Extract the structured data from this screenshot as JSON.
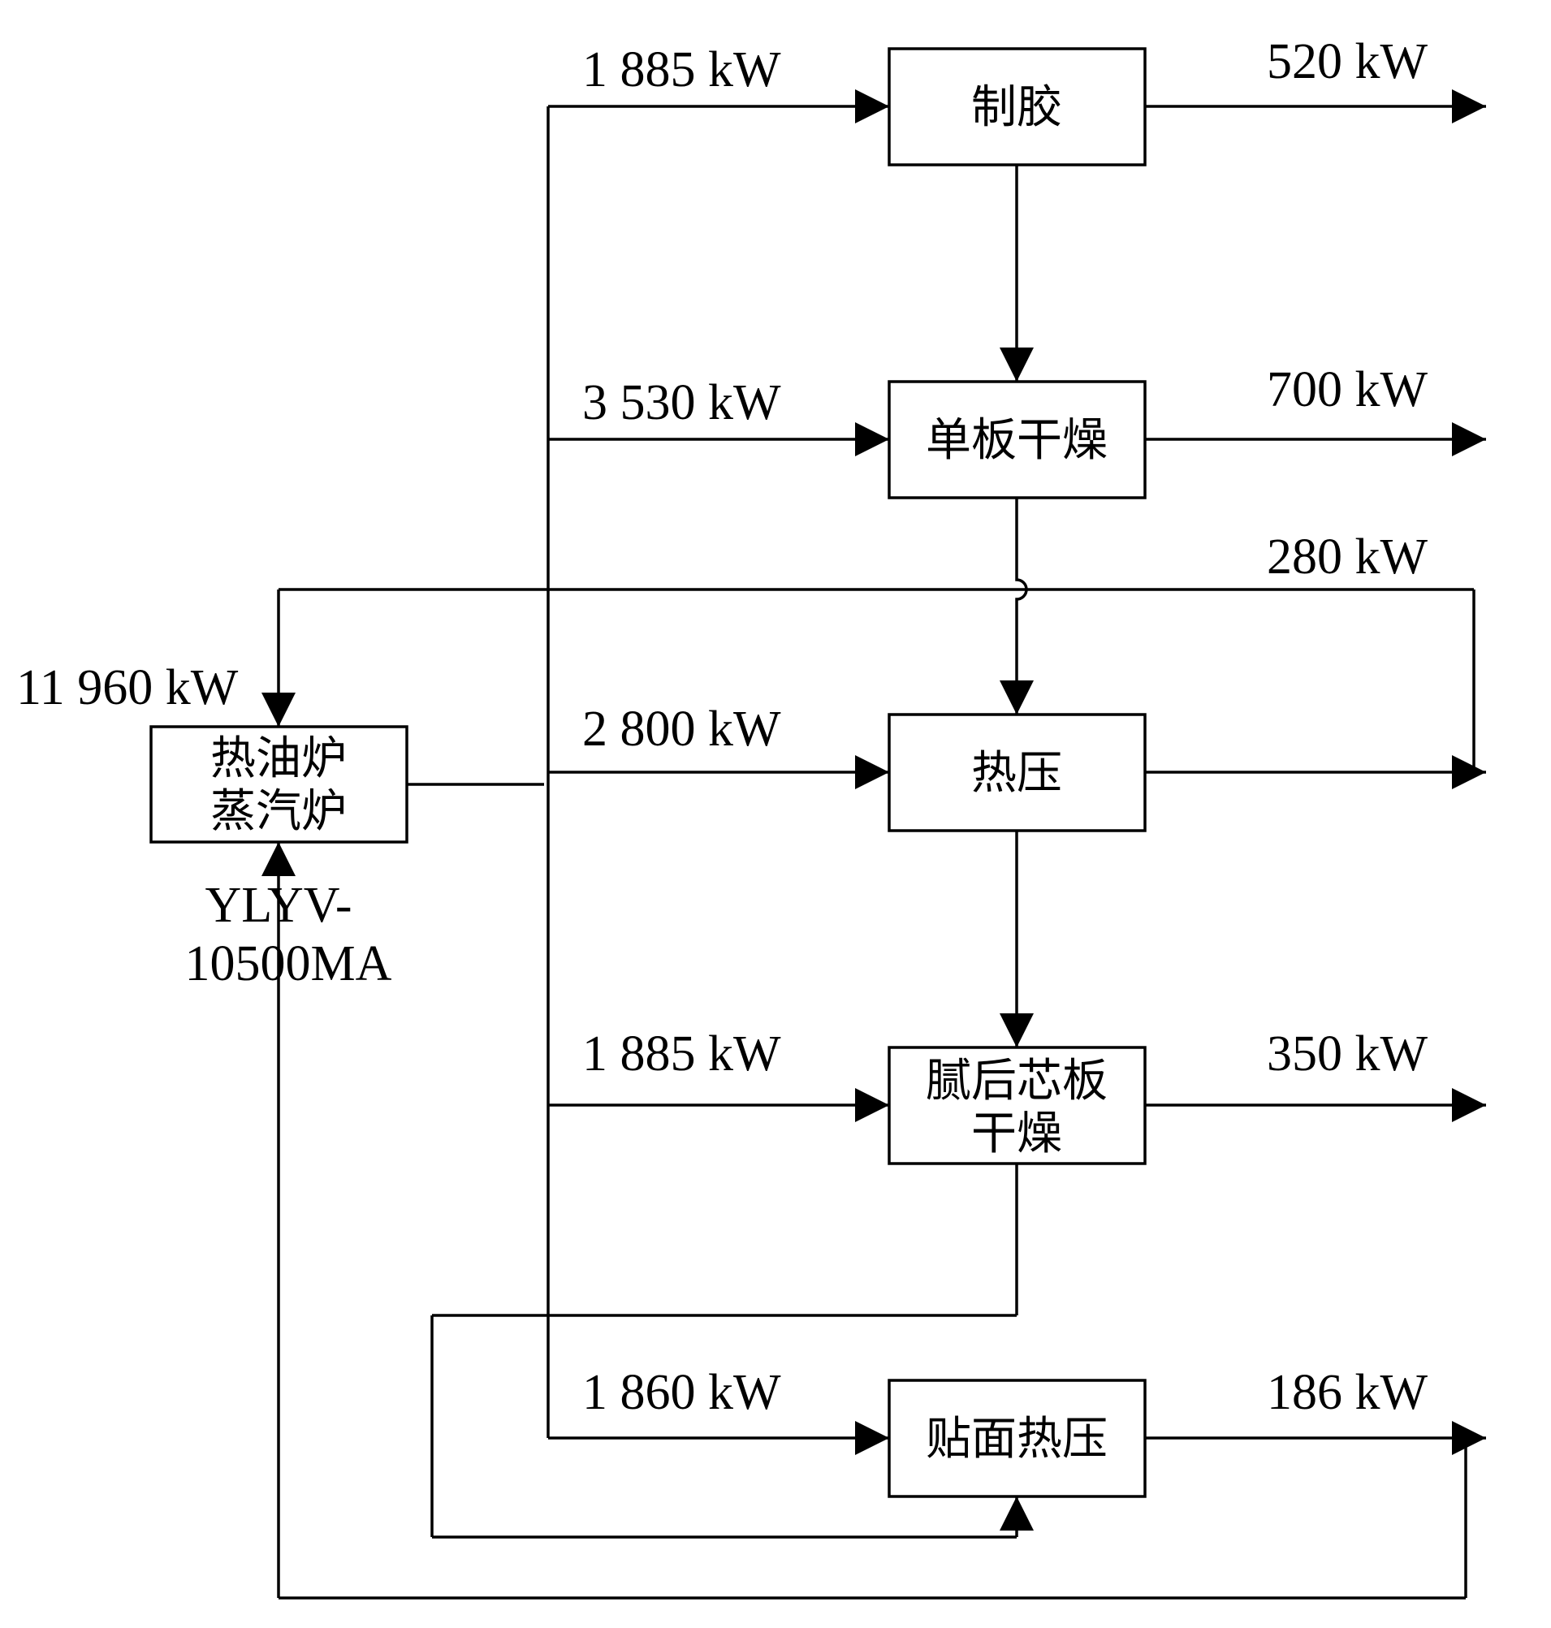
{
  "diagram": {
    "boiler": {
      "line1": "热油炉",
      "line2": "蒸汽炉",
      "model_line1": "YLYV-",
      "model_line2": "10500MA",
      "total_input": "11 960 kW"
    },
    "processes": {
      "glue": {
        "name": "制胶",
        "supply": "1 885 kW",
        "output": "520 kW"
      },
      "veneer_drying": {
        "name": "单板干燥",
        "supply": "3 530 kW",
        "output": "700 kW"
      },
      "hot_press": {
        "name": "热压",
        "supply": "2 800 kW",
        "return": "280 kW"
      },
      "core_drying": {
        "name_line1": "腻后芯板",
        "name_line2": "干燥",
        "supply": "1 885 kW",
        "output": "350 kW"
      },
      "veneer_press": {
        "name": "贴面热压",
        "supply": "1 860 kW",
        "output": "186 kW"
      }
    }
  }
}
